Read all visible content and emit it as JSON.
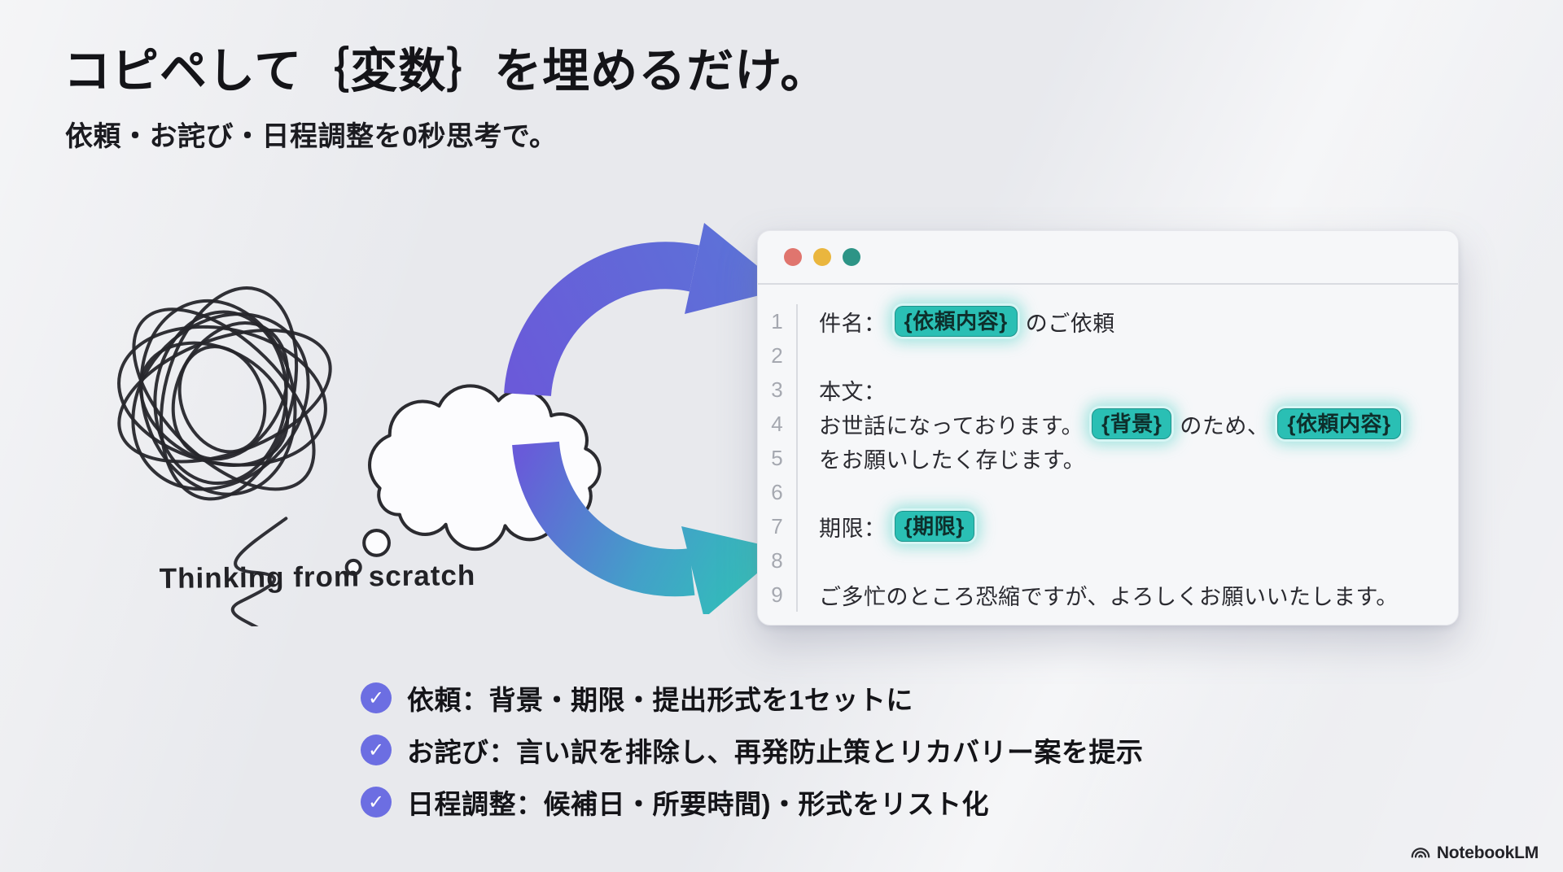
{
  "slide": {
    "title": "コピペして｛変数｝を埋めるだけ。",
    "subtitle": "依頼・お詫び・日程調整を0秒思考で。"
  },
  "sketch": {
    "caption": "Thinking from scratch"
  },
  "editor": {
    "lines": [
      {
        "num": "1",
        "segments": [
          {
            "type": "text",
            "text": "件名："
          },
          {
            "type": "chip",
            "text": "{依頼内容}"
          },
          {
            "type": "text",
            "text": "のご依頼"
          }
        ]
      },
      {
        "num": "2",
        "segments": []
      },
      {
        "num": "3",
        "segments": [
          {
            "type": "text",
            "text": "本文："
          }
        ]
      },
      {
        "num": "4",
        "segments": [
          {
            "type": "text",
            "text": "お世話になっております。"
          },
          {
            "type": "chip",
            "text": "{背景}"
          },
          {
            "type": "text",
            "text": "のため、"
          },
          {
            "type": "chip",
            "text": "{依頼内容}"
          }
        ]
      },
      {
        "num": "5",
        "segments": [
          {
            "type": "text",
            "text": "をお願いしたく存じます。"
          }
        ]
      },
      {
        "num": "6",
        "segments": []
      },
      {
        "num": "7",
        "segments": [
          {
            "type": "text",
            "text": "期限："
          },
          {
            "type": "chip",
            "text": "{期限}"
          }
        ]
      },
      {
        "num": "8",
        "segments": []
      },
      {
        "num": "9",
        "segments": [
          {
            "type": "text",
            "text": "ご多忙のところ恐縮ですが、よろしくお願いいたします。"
          }
        ]
      }
    ]
  },
  "checklist": {
    "items": [
      {
        "text": "依頼：背景・期限・提出形式を1セットに"
      },
      {
        "text": "お詫び：言い訳を排除し、再発防止策とリカバリー案を提示"
      },
      {
        "text": "日程調整：候補日・所要時間)・形式をリスト化"
      }
    ]
  },
  "branding": {
    "logo_text": "NotebookLM"
  },
  "colors": {
    "background": "#EFF0F3",
    "chip_teal": "#2ABFB4",
    "chip_glow": "#89DED8",
    "check_purple": "#6C6EE2",
    "arrow_purple": "#6458D8",
    "arrow_blue": "#5B74D8",
    "arrow_teal": "#2EC4B6",
    "traffic_red": "#E0756E",
    "traffic_yellow": "#EAB63E",
    "traffic_green": "#2D9486",
    "line_number_gray": "#A5A8B0"
  }
}
